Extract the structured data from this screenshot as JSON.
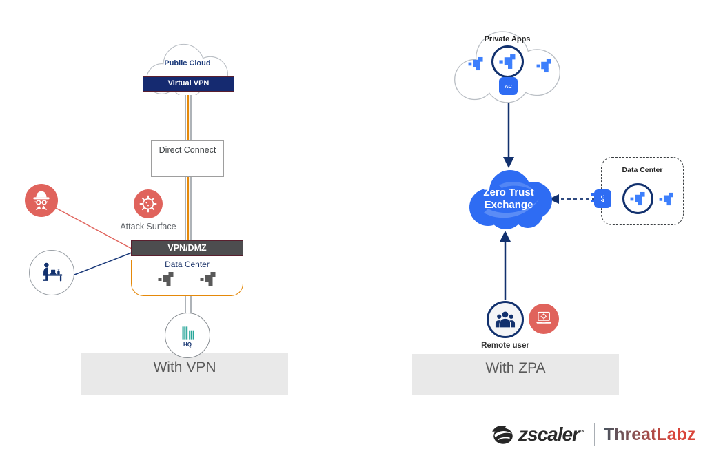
{
  "diagram": {
    "left": {
      "public_cloud": "Public Cloud",
      "virtual_vpn": "Virtual VPN",
      "direct_connect": "Direct Connect",
      "attack_surface": "Attack Surface",
      "vpn_dmz": "VPN/DMZ",
      "data_center": "Data Center",
      "hq": "HQ",
      "caption": "With VPN"
    },
    "right": {
      "private_apps": "Private Apps",
      "app_connector": "AC",
      "zero_trust_line1": "Zero Trust",
      "zero_trust_line2": "Exchange",
      "data_center": "Data Center",
      "data_center_connector": "AC",
      "remote_user": "Remote user",
      "caption": "With ZPA"
    }
  },
  "footer": {
    "brand": "zscaler",
    "trademark": "™",
    "sub_brand": "ThreatLabz"
  },
  "icons": {
    "attacker": "hacker-spy-icon",
    "attack_surface": "virus-icon",
    "office_user": "user-at-desk-icon",
    "headquarters": "buildings-icon",
    "applications": "app-cluster-icon",
    "remote_user": "user-group-icon",
    "compromised_device": "infected-laptop-icon",
    "app_connector": "plug-badge-icon",
    "brand_mark": "zscaler-swoosh-icon"
  },
  "colors": {
    "navy": "#12316e",
    "virtual_vpn_bar": "#152a70",
    "maroon_border": "#5a1f2e",
    "orange": "#e5890a",
    "salmon": "#e0635c",
    "zte_blue": "#2e6cf3",
    "app_blue": "#3d7ffc",
    "teal": "#2aa79a",
    "dmz_gray": "#4d4d4f",
    "caption_bar": "#e9e9e9",
    "divider_blue": "#4a86e8",
    "threatlabz_red": "#d9453a"
  }
}
